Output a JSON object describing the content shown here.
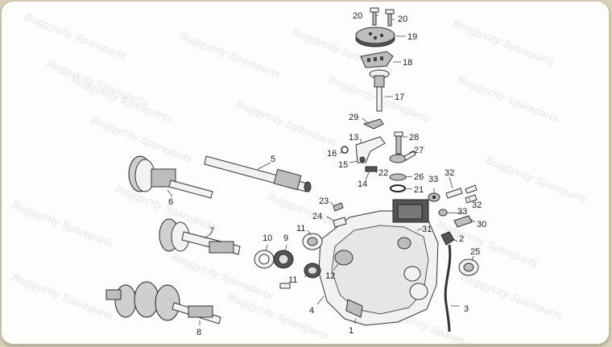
{
  "watermark": "Buggycity Spareparts",
  "callouts": [
    "20",
    "20",
    "19",
    "18",
    "17",
    "29",
    "28",
    "13",
    "27",
    "16",
    "15",
    "22",
    "26",
    "14",
    "21",
    "33",
    "32",
    "32",
    "5",
    "6",
    "23",
    "24",
    "33",
    "30",
    "11",
    "10",
    "9",
    "31",
    "2",
    "7",
    "12",
    "25",
    "11",
    "4",
    "1",
    "3",
    "8"
  ]
}
